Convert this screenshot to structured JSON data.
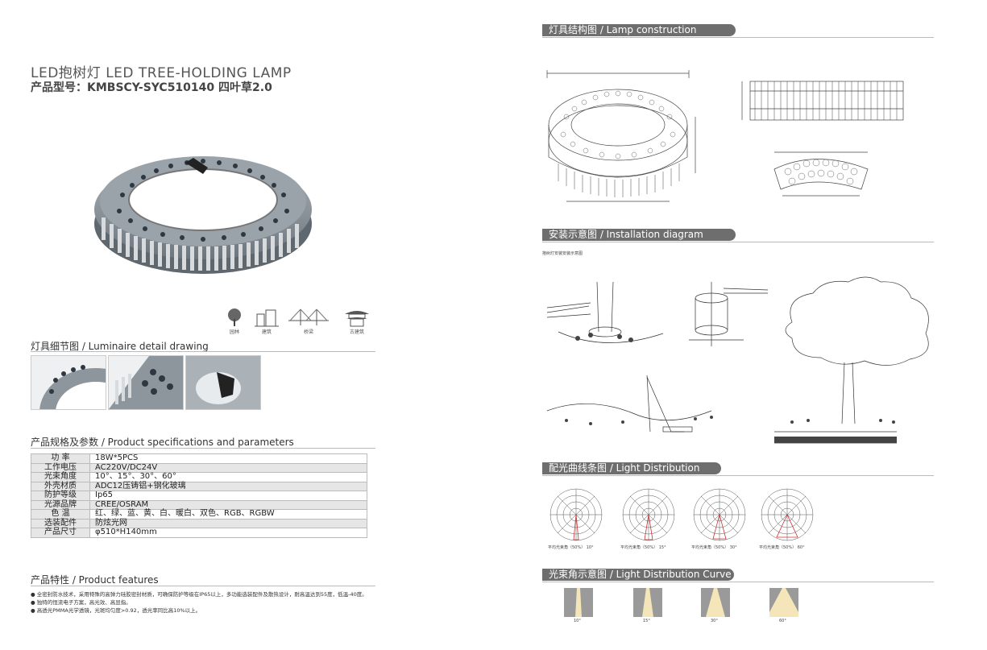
{
  "header": {
    "title_line1": "LED抱树灯  LED TREE-HOLDING LAMP",
    "title_line2": "产品型号：KMBSCY-SYC510140  四叶草2.0"
  },
  "scene_icons": [
    {
      "label": "园林",
      "icon": "tree-icon"
    },
    {
      "label": "建筑",
      "icon": "building-icon"
    },
    {
      "label": "桥梁",
      "icon": "bridge-icon"
    },
    {
      "label": "古建筑",
      "icon": "pagoda-icon"
    }
  ],
  "sections": {
    "detail": "灯具细节图 / Luminaire detail drawing",
    "specs": "产品规格及参数 / Product specifications and parameters",
    "features": "产品特性 / Product features",
    "construction": "灯具结构图 / Lamp construction drawing",
    "installation": "安装示意图 / Installation diagram",
    "distribution": "配光曲线条图 / Light Distribution Curve",
    "beam": "光束角示意图 / Light Distribution Curve"
  },
  "specs": [
    {
      "key": "功    率",
      "value": "18W*5PCS"
    },
    {
      "key": "工作电压",
      "value": "AC220V/DC24V"
    },
    {
      "key": "光束角度",
      "value": "10°、15°、30°、60°"
    },
    {
      "key": "外壳材质",
      "value": "ADC12压铸铝+钢化玻璃"
    },
    {
      "key": "防护等级",
      "value": "Ip65"
    },
    {
      "key": "光源品牌",
      "value": "CREE/OSRAM"
    },
    {
      "key": "色    温",
      "value": "红、绿、蓝、黄、白、暖白、双色、RGB、RGBW"
    },
    {
      "key": "选装配件",
      "value": "防炫光网"
    },
    {
      "key": "产品尺寸",
      "value": "φ510*H140mm"
    }
  ],
  "features": [
    "● 全密封防水技术，采用特殊的高弹力硅胶密封材质，可确保防护等级在IP65以上，多功能选装配件及散热设计，耐高温达到55度，低温-40度。",
    "● 独特的恒流电子方案，高光效、高显指。",
    "● 高透光PMMA光学透镜，光斑均匀度>0.92，透光率同比高10%以上。"
  ],
  "installation_note": "抱树灯安装安装示意图",
  "curve_labels": [
    "平均光束角（50%）  10°",
    "平均光束角（50%）  15°",
    "平均光束角（50%）  30°",
    "平均光束角（50%）  60°"
  ],
  "beam_angles": [
    "10°",
    "15°",
    "30°",
    "60°"
  ],
  "colors": {
    "accent": "#6e6e6e",
    "band": "#e6e6e6",
    "lamp": "#8a939b"
  }
}
